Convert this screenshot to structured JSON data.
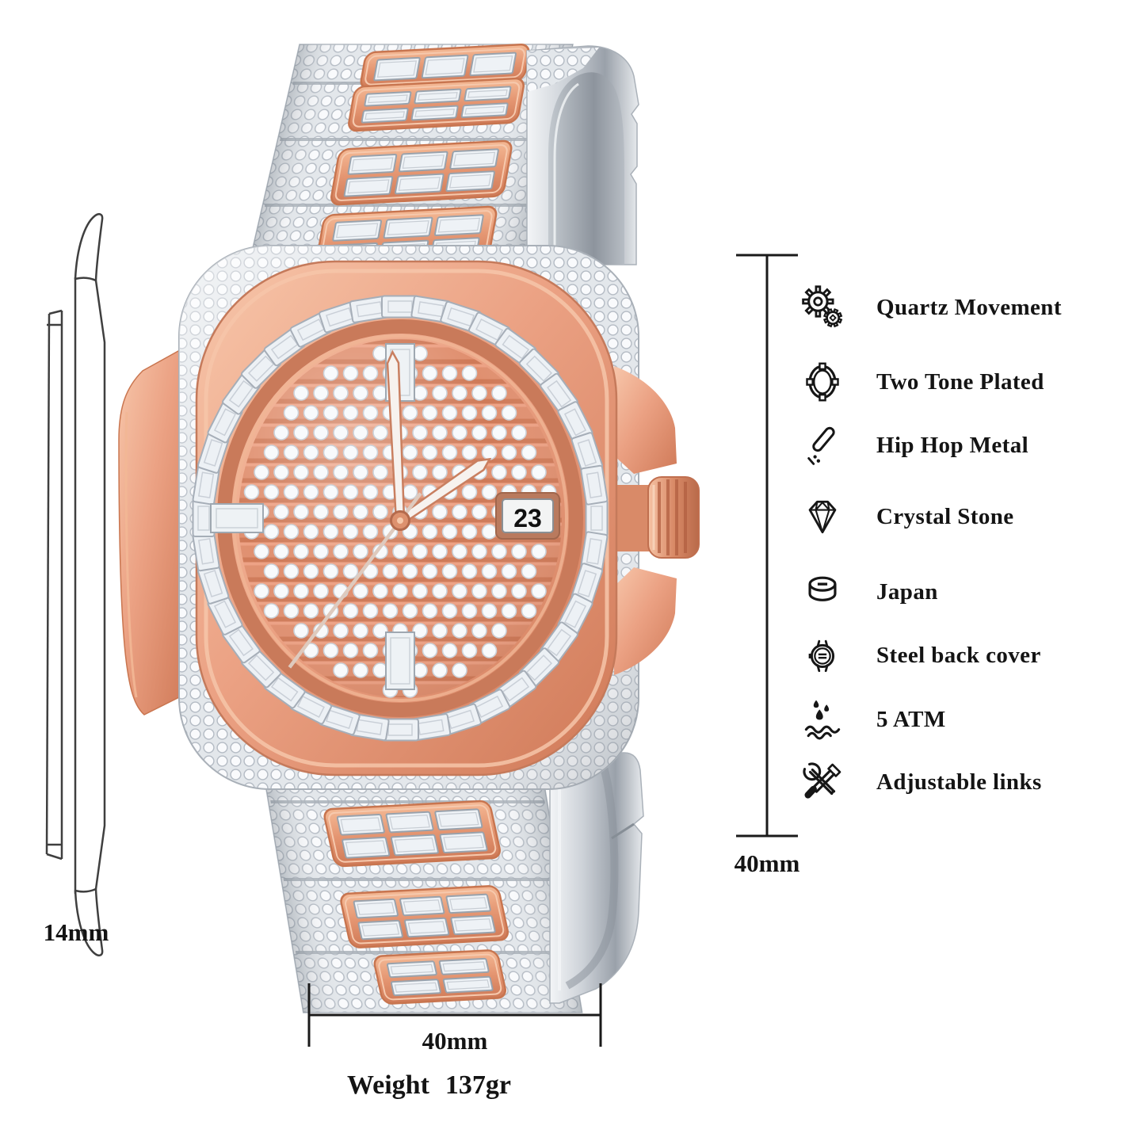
{
  "page": {
    "background": "#ffffff"
  },
  "side_profile": {
    "thickness_label": "14mm"
  },
  "dimensions": {
    "case_width_label": "40mm",
    "case_height_label": "40mm"
  },
  "weight": {
    "label": "Weight",
    "value": "137gr"
  },
  "watch": {
    "date_display": "23"
  },
  "features": [
    {
      "icon": "gear-icon",
      "label": "Quartz Movement"
    },
    {
      "icon": "watch-bezel-icon",
      "label": "Two Tone Plated"
    },
    {
      "icon": "marker-pen-icon",
      "label": "Hip Hop Metal"
    },
    {
      "icon": "diamond-icon",
      "label": "Crystal Stone"
    },
    {
      "icon": "battery-icon",
      "label": "Japan"
    },
    {
      "icon": "watch-caseback-icon",
      "label": "Steel back cover"
    },
    {
      "icon": "water-drops-icon",
      "label": "5 ATM"
    },
    {
      "icon": "crossed-tools-icon",
      "label": "Adjustable links"
    }
  ],
  "colors": {
    "rose_gold": "#e89d7d",
    "rose_gold_deep": "#d07a58",
    "silver": "#dfe3e8",
    "text": "#141414",
    "line": "#1a1a1a"
  }
}
